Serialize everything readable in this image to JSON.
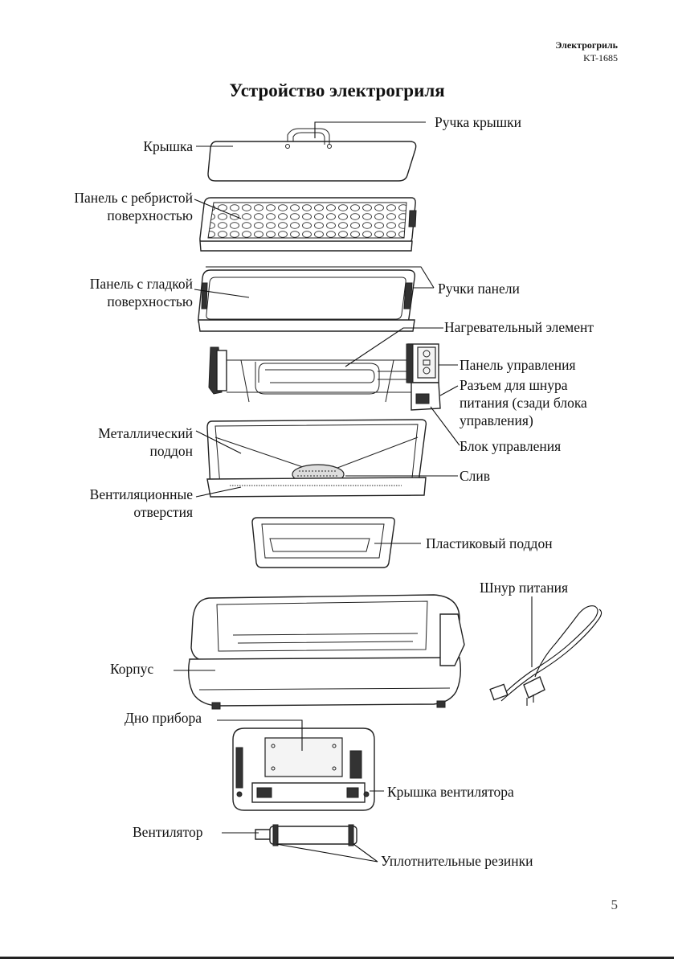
{
  "header": {
    "product": "Электрогриль",
    "model": "KT-1685"
  },
  "title": "Устройство электрогриля",
  "labels": {
    "lid": "Крышка",
    "lid_handle": "Ручка крышки",
    "ribbed_panel": "Панель с ребристой поверхностью",
    "smooth_panel": "Панель с гладкой поверхностью",
    "panel_handles": "Ручки панели",
    "heating_element": "Нагревательный элемент",
    "control_panel": "Панель управления",
    "cord_socket": "Разъем для шнура питания (сзади блока управления)",
    "control_unit": "Блок управления",
    "metal_tray": "Металлический поддон",
    "drain": "Слив",
    "vent_holes": "Вентиляционные отверстия",
    "plastic_tray": "Пластиковый поддон",
    "power_cord": "Шнур питания",
    "body": "Корпус",
    "bottom": "Дно прибора",
    "fan_cover": "Крышка вентилятора",
    "fan": "Вентилятор",
    "seals": "Уплотнительные резинки"
  },
  "page_number": "5"
}
